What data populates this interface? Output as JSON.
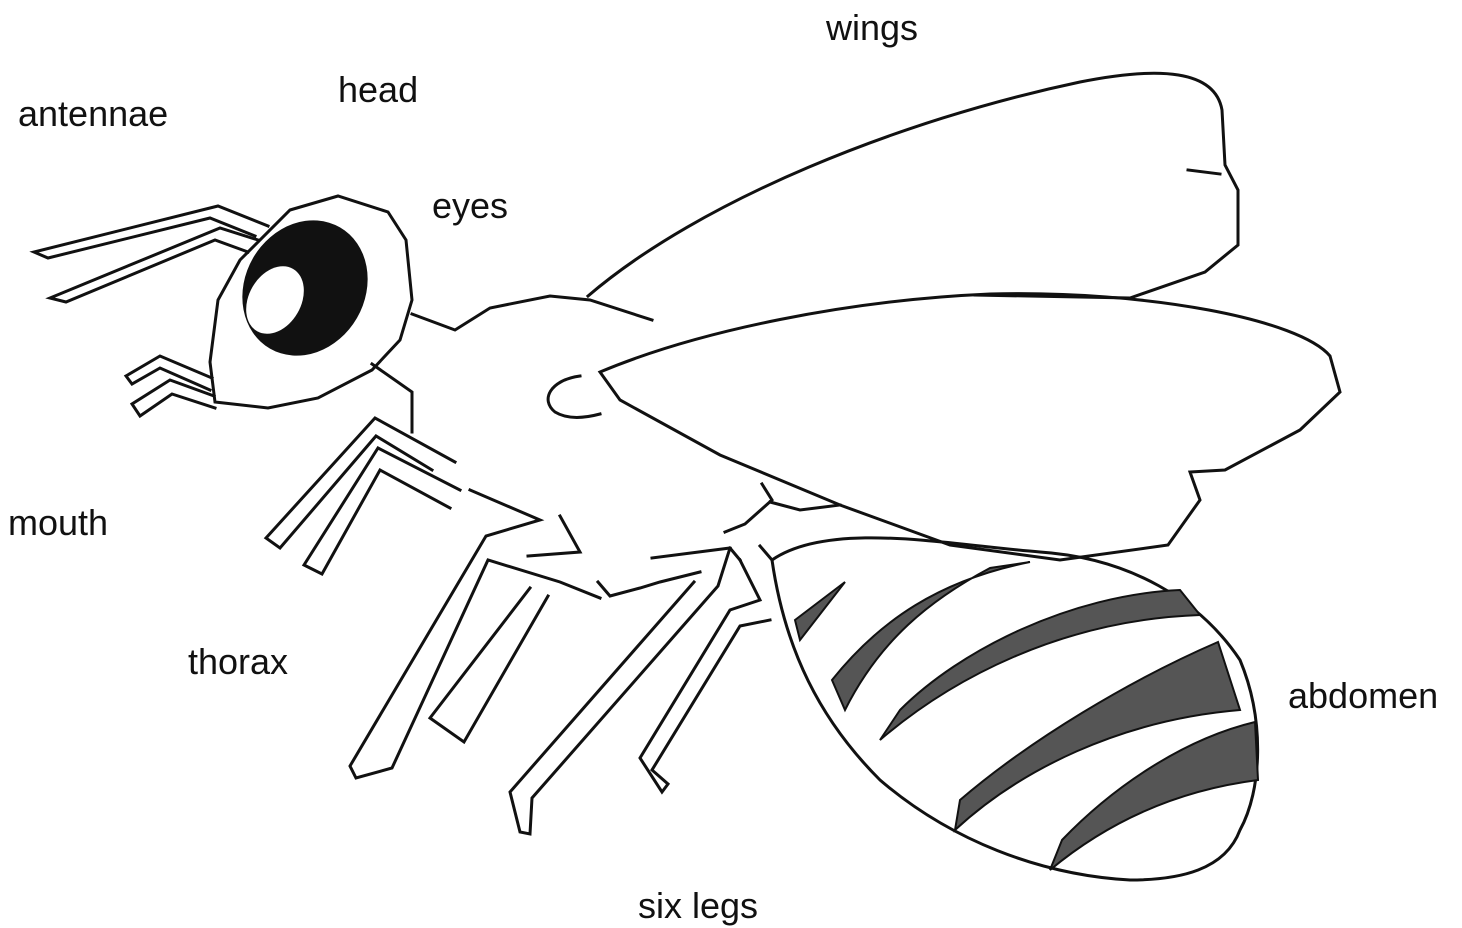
{
  "labels": {
    "antennae": "antennae",
    "head": "head",
    "eyes": "eyes",
    "wings": "wings",
    "mouth": "mouth",
    "thorax": "thorax",
    "abdomen": "abdomen",
    "six_legs": "six legs"
  },
  "colors": {
    "line": "#111111",
    "eye": "#111111",
    "stripe": "#555555",
    "background": "#ffffff"
  }
}
